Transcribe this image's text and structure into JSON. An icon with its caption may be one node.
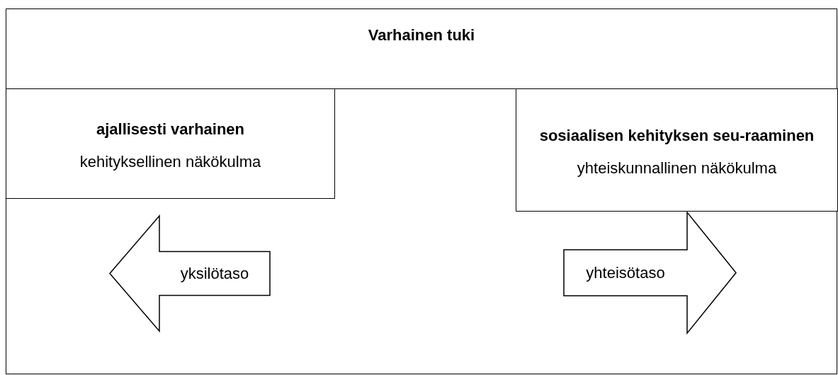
{
  "diagram": {
    "nodes": [
      {
        "text": [
          "Varhainen tuki"
        ]
      },
      {
        "text": [
          "ajallisesti varhainen",
          "kehityksellinen näkökulma"
        ],
        "in": 0
      },
      {
        "text": [
          "sosiaalisen kehityksen seu-raaminen",
          "yhteiskunnallinen näkökulma"
        ],
        "in": 0
      },
      {
        "text": [
          "yksilötaso"
        ],
        "in": 0
      },
      {
        "text": [
          "yhteisötaso"
        ],
        "in": 0
      }
    ]
  }
}
